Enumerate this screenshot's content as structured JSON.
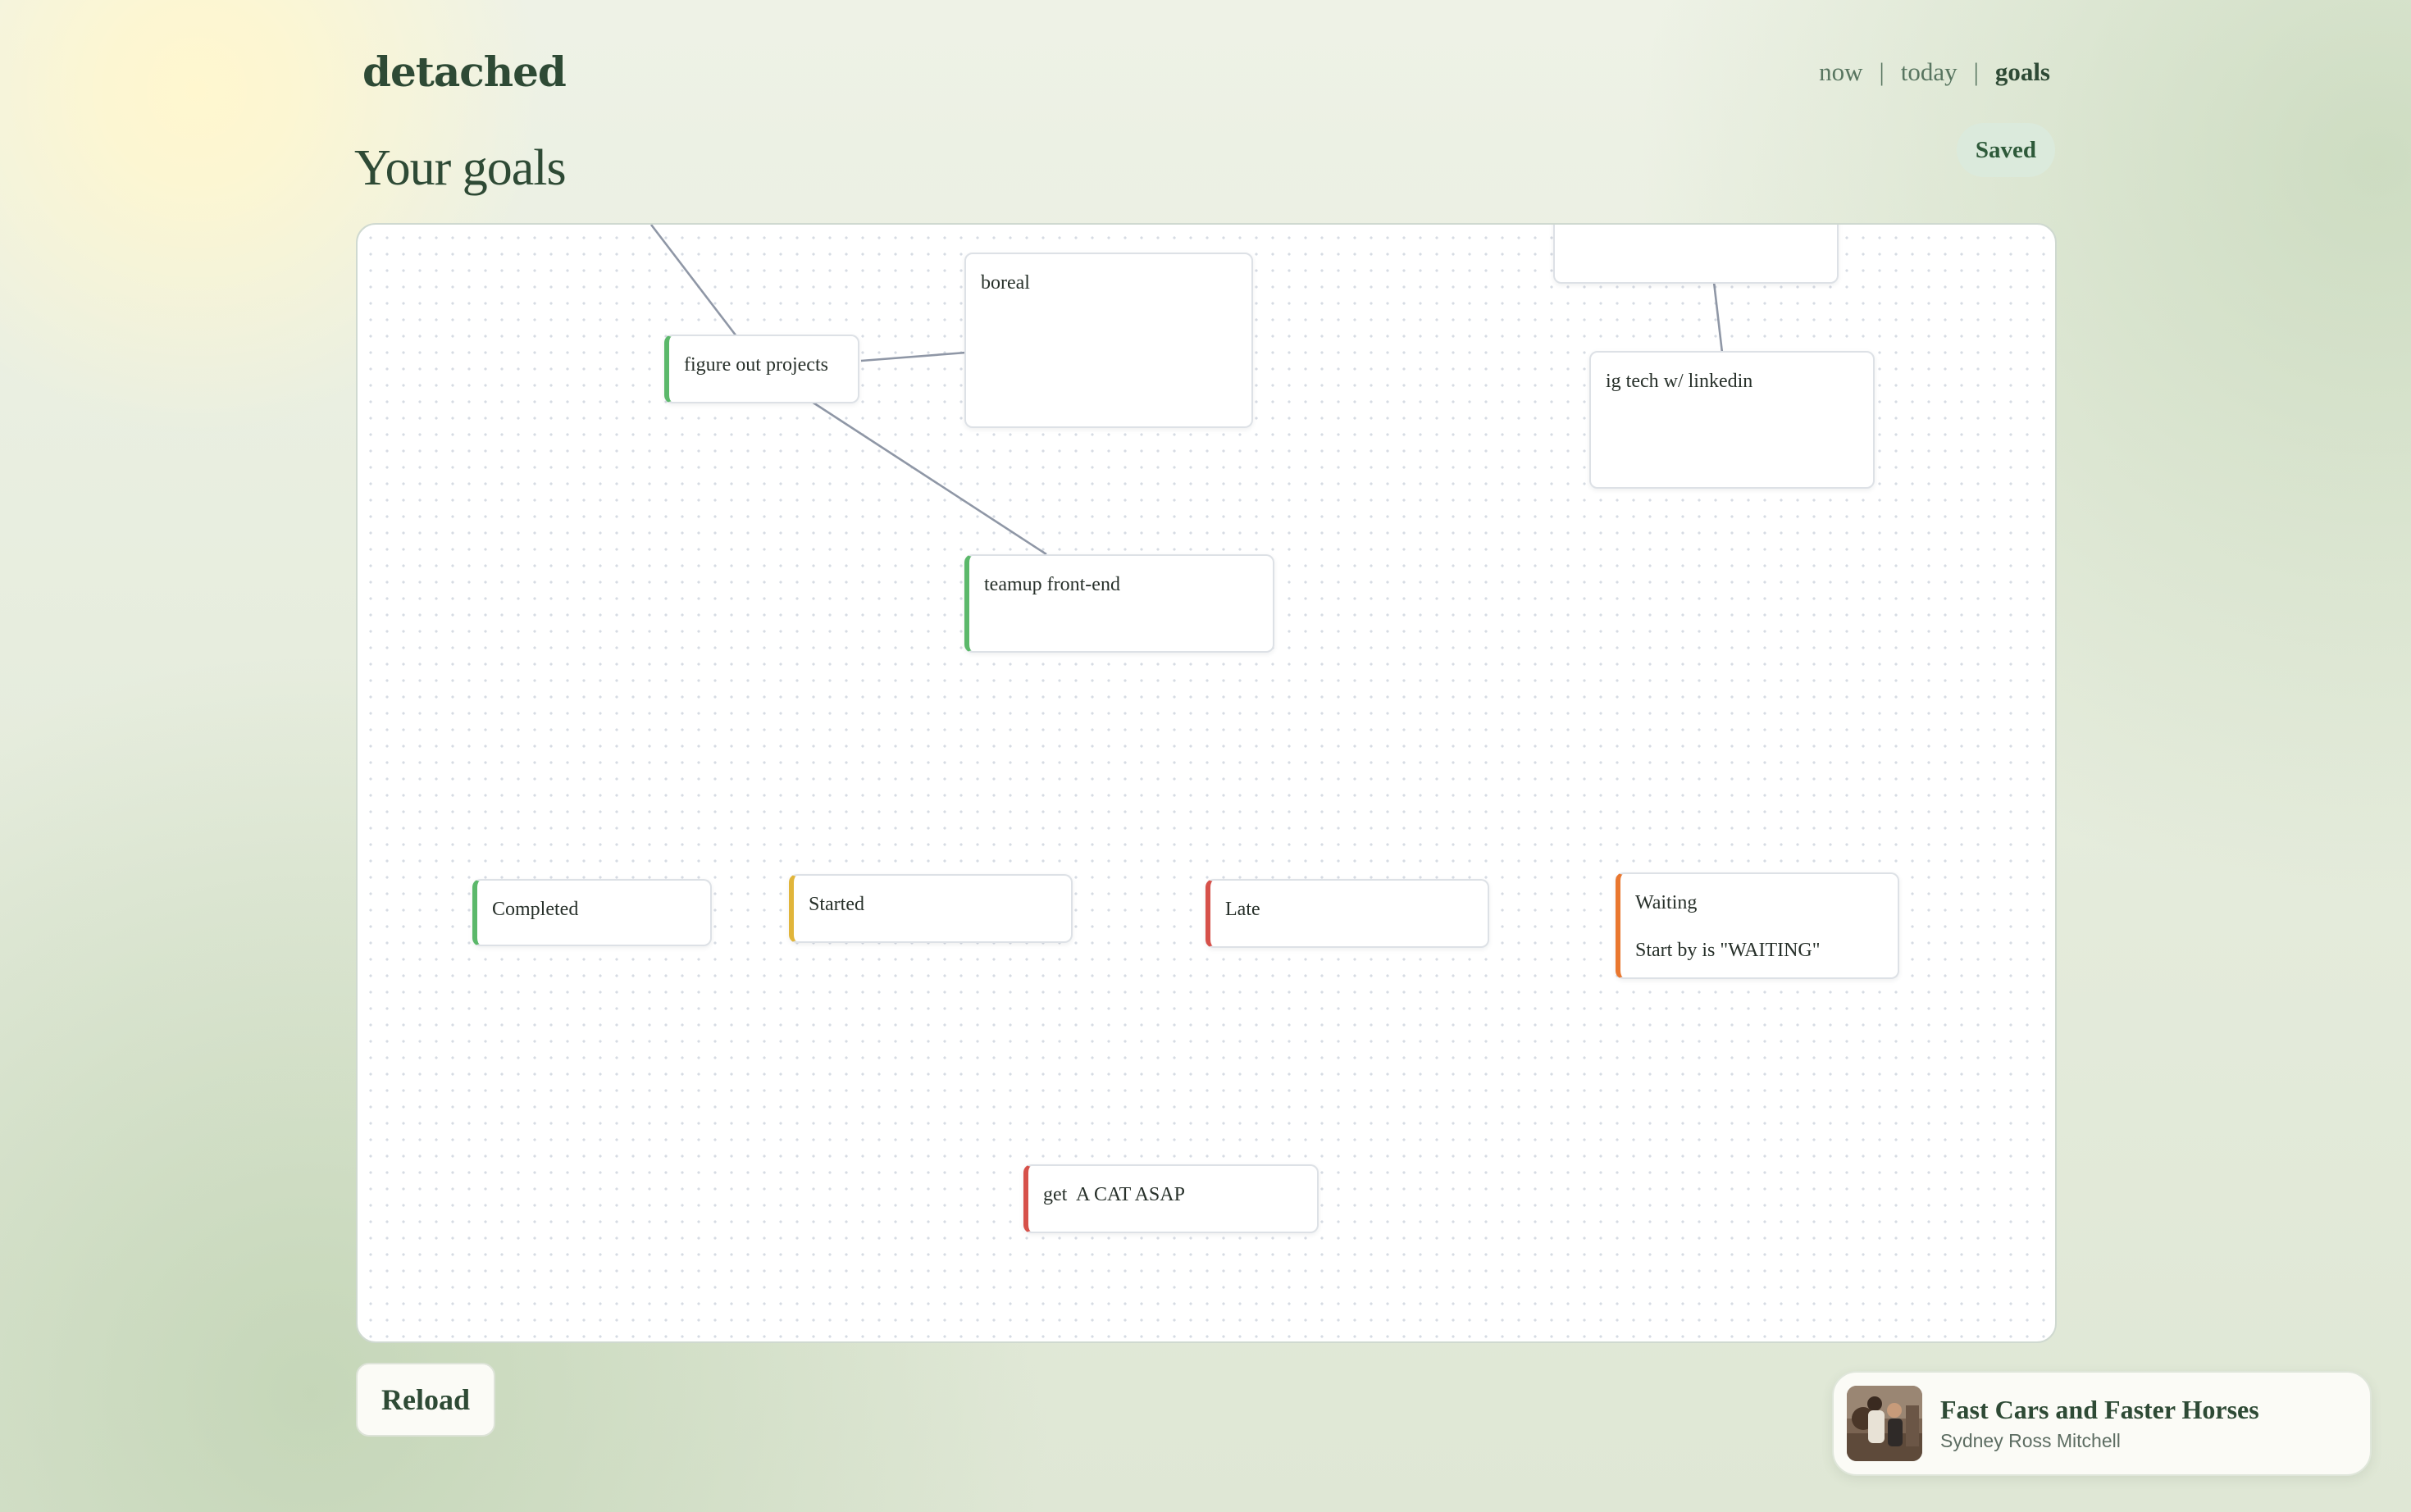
{
  "app": {
    "brand": "detached"
  },
  "nav": {
    "items": [
      {
        "label": "now",
        "active": false
      },
      {
        "label": "today",
        "active": false
      },
      {
        "label": "goals",
        "active": true
      }
    ],
    "separator": "|"
  },
  "page": {
    "title": "Your goals",
    "status": "Saved"
  },
  "goals": {
    "figure_out_projects": {
      "title": "figure out projects",
      "status_color": "#5bb86a"
    },
    "boreal": {
      "title": "boreal"
    },
    "teamup_front_end": {
      "title": "teamup front-end",
      "status_color": "#5bb86a"
    },
    "top_right_card": {
      "title": ""
    },
    "ig_tech_linkedin": {
      "title": "ig tech w/ linkedin"
    },
    "get_a_cat": {
      "title": "get  A CAT ASAP",
      "status_color": "#d6514a"
    }
  },
  "legend": {
    "completed": {
      "label": "Completed",
      "color": "#5bb86a"
    },
    "started": {
      "label": "Started",
      "color": "#e1b53a"
    },
    "late": {
      "label": "Late",
      "color": "#d6514a"
    },
    "waiting": {
      "label": "Waiting",
      "note": "Start by is \"WAITING\"",
      "color": "#e9772f"
    }
  },
  "actions": {
    "reload_label": "Reload"
  },
  "now_playing": {
    "title": "Fast Cars and Faster Horses",
    "artist": "Sydney Ross Mitchell",
    "art_icon": "album-art-icon"
  }
}
